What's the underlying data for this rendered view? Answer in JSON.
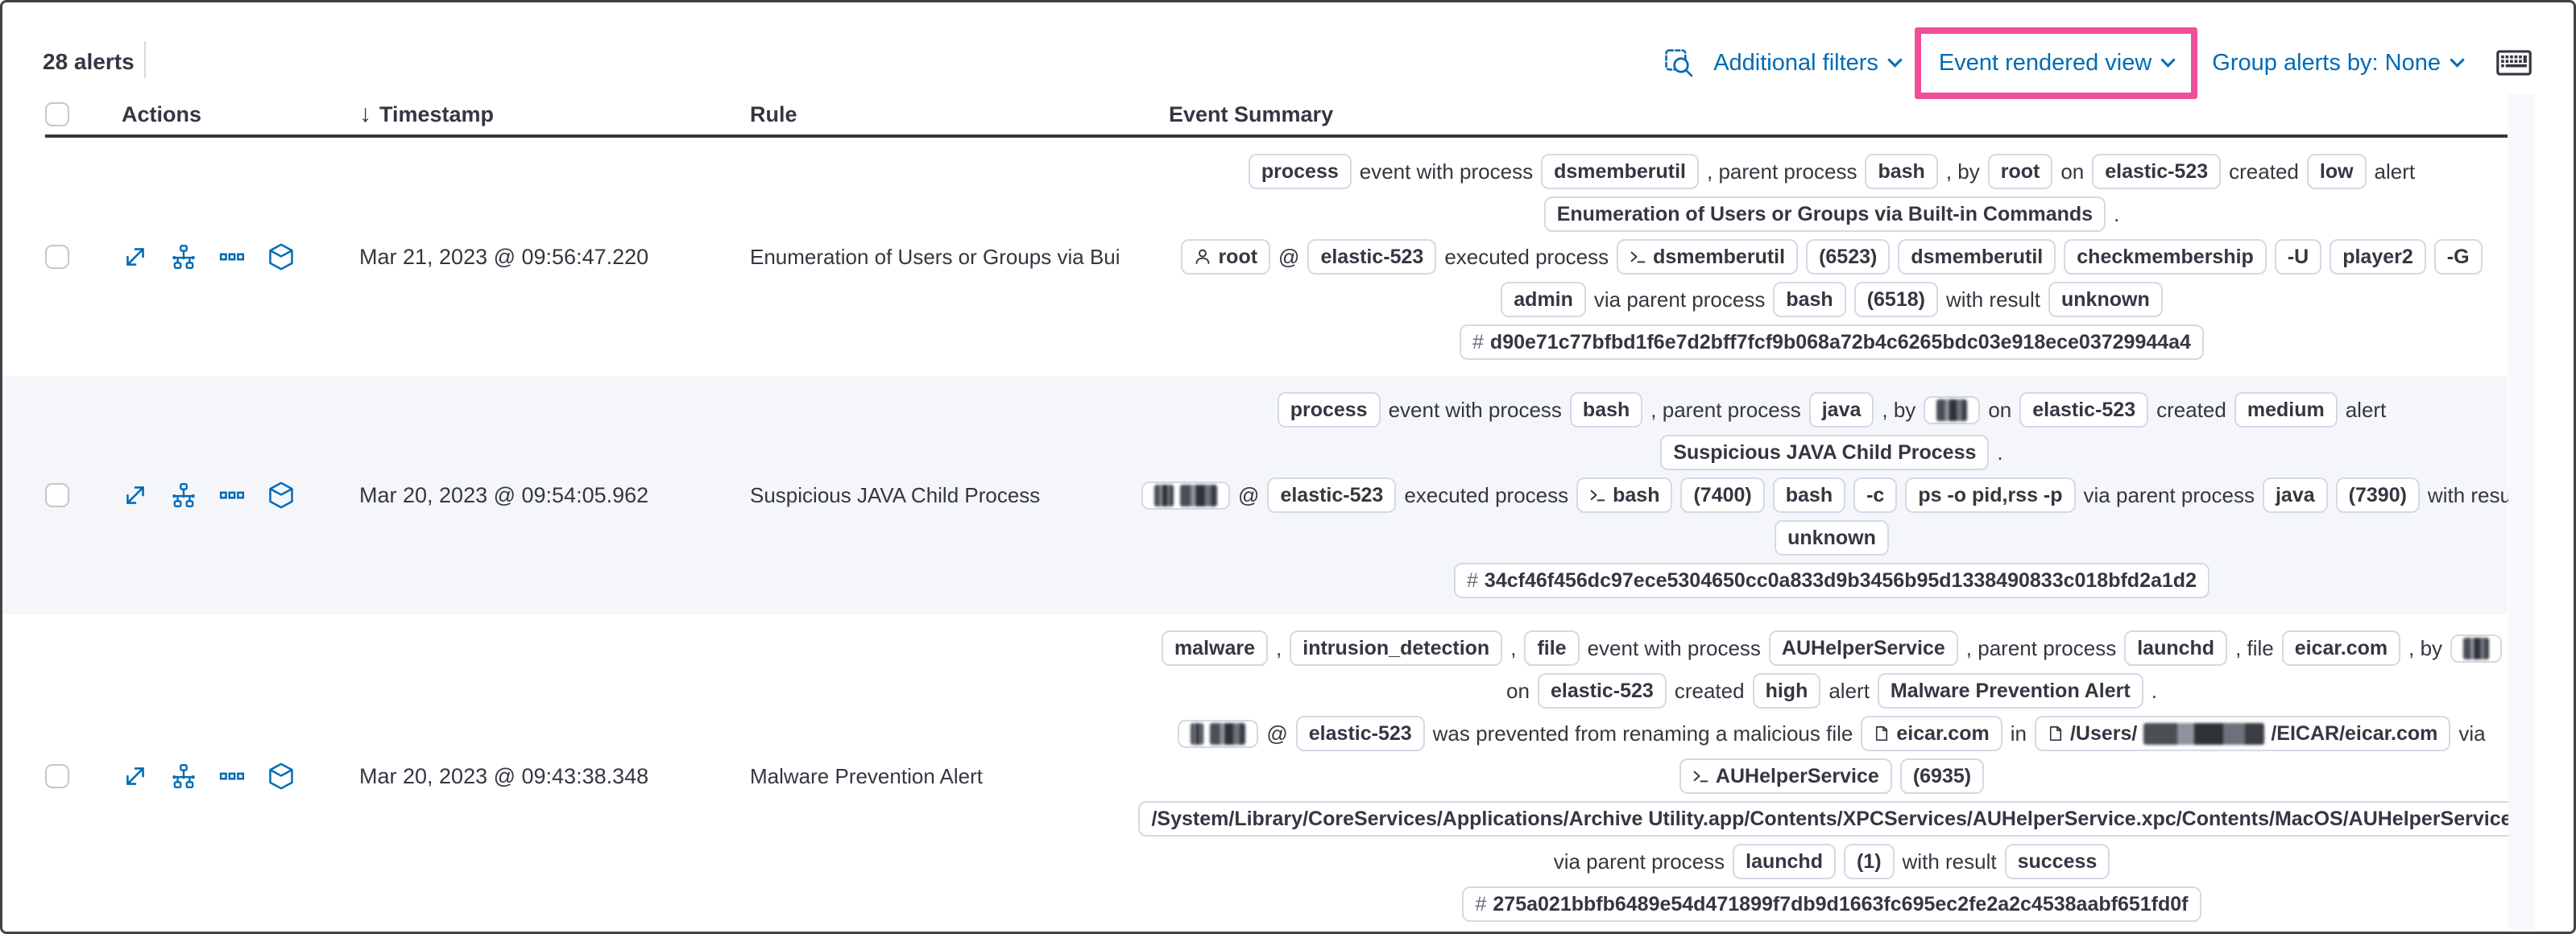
{
  "colors": {
    "accent_blue": "#006bb4",
    "highlight_pink": "#f04e98",
    "text": "#343741",
    "badge_border": "#d3dae6",
    "row_stripe": "#f4f6fa"
  },
  "toolbar": {
    "alerts_count": "28 alerts",
    "additional_filters_label": "Additional filters",
    "view_selector_label": "Event rendered view",
    "group_by_label": "Group alerts by: None"
  },
  "table": {
    "headers": {
      "actions": "Actions",
      "timestamp": "Timestamp",
      "rule": "Rule",
      "event_summary": "Event Summary"
    },
    "action_icons": [
      "expand-icon",
      "analyzer-icon",
      "more-actions-icon",
      "timeline-icon"
    ],
    "rows": [
      {
        "striped": false,
        "timestamp": "Mar 21, 2023 @ 09:56:47.220",
        "rule": "Enumeration of Users or Groups via Bui",
        "summary": [
          [
            {
              "t": "b",
              "v": "process"
            },
            {
              "t": "x",
              "v": "event with process"
            },
            {
              "t": "b",
              "v": "dsmemberutil"
            },
            {
              "t": "x",
              "v": ", parent process"
            },
            {
              "t": "b",
              "v": "bash"
            },
            {
              "t": "x",
              "v": ", by"
            },
            {
              "t": "b",
              "v": "root"
            },
            {
              "t": "x",
              "v": "on"
            },
            {
              "t": "b",
              "v": "elastic-523"
            },
            {
              "t": "x",
              "v": "created"
            },
            {
              "t": "b",
              "v": "low"
            },
            {
              "t": "x",
              "v": "alert"
            }
          ],
          [
            {
              "t": "b",
              "v": "Enumeration of Users or Groups via Built-in Commands"
            },
            {
              "t": "x",
              "v": "."
            }
          ],
          [
            {
              "t": "b",
              "v": "root",
              "icon": "user-icon"
            },
            {
              "t": "x",
              "v": "@"
            },
            {
              "t": "b",
              "v": "elastic-523"
            },
            {
              "t": "x",
              "v": "executed process"
            },
            {
              "t": "b",
              "v": "dsmemberutil",
              "icon": "terminal-icon"
            },
            {
              "t": "b",
              "v": "(6523)"
            },
            {
              "t": "b",
              "v": "dsmemberutil"
            },
            {
              "t": "b",
              "v": "checkmembership"
            },
            {
              "t": "b",
              "v": "-U"
            },
            {
              "t": "b",
              "v": "player2"
            },
            {
              "t": "b",
              "v": "-G"
            }
          ],
          [
            {
              "t": "b",
              "v": "admin"
            },
            {
              "t": "x",
              "v": "via parent process"
            },
            {
              "t": "b",
              "v": "bash"
            },
            {
              "t": "b",
              "v": "(6518)"
            },
            {
              "t": "x",
              "v": "with result"
            },
            {
              "t": "b",
              "v": "unknown"
            }
          ],
          [
            {
              "t": "b",
              "v": "d90e71c77bfbd1f6e7d2bff7fcf9b068a72b4c6265bdc03e918ece03729944a4",
              "icon": "hash-icon"
            }
          ]
        ]
      },
      {
        "striped": true,
        "timestamp": "Mar 20, 2023 @ 09:54:05.962",
        "rule": "Suspicious JAVA Child Process",
        "summary": [
          [
            {
              "t": "b",
              "v": "process"
            },
            {
              "t": "x",
              "v": "event with process"
            },
            {
              "t": "b",
              "v": "bash"
            },
            {
              "t": "x",
              "v": ", parent process"
            },
            {
              "t": "b",
              "v": "java"
            },
            {
              "t": "x",
              "v": ", by"
            },
            {
              "t": "b",
              "parts": [
                {
                  "r": 38
                }
              ]
            },
            {
              "t": "x",
              "v": "on"
            },
            {
              "t": "b",
              "v": "elastic-523"
            },
            {
              "t": "x",
              "v": "created"
            },
            {
              "t": "b",
              "v": "medium"
            },
            {
              "t": "x",
              "v": "alert"
            }
          ],
          [
            {
              "t": "b",
              "v": "Suspicious JAVA Child Process"
            },
            {
              "t": "x",
              "v": "."
            }
          ],
          [
            {
              "t": "b",
              "parts": [
                {
                  "r": 24
                },
                {
                  "r": 46
                }
              ]
            },
            {
              "t": "x",
              "v": "@"
            },
            {
              "t": "b",
              "v": "elastic-523"
            },
            {
              "t": "x",
              "v": "executed process"
            },
            {
              "t": "b",
              "v": "bash",
              "icon": "terminal-icon"
            },
            {
              "t": "b",
              "v": "(7400)"
            },
            {
              "t": "b",
              "v": "bash"
            },
            {
              "t": "b",
              "v": "-c"
            },
            {
              "t": "b",
              "v": "ps -o pid,rss -p"
            },
            {
              "t": "x",
              "v": "via parent process"
            },
            {
              "t": "b",
              "v": "java"
            },
            {
              "t": "b",
              "v": "(7390)"
            },
            {
              "t": "x",
              "v": "with result"
            }
          ],
          [
            {
              "t": "b",
              "v": "unknown"
            }
          ],
          [
            {
              "t": "b",
              "v": "34cf46f456dc97ece5304650cc0a833d9b3456b95d1338490833c018bfd2a1d2",
              "icon": "hash-icon"
            }
          ]
        ]
      },
      {
        "striped": false,
        "timestamp": "Mar 20, 2023 @ 09:43:38.348",
        "rule": "Malware Prevention Alert",
        "summary": [
          [
            {
              "t": "b",
              "v": "malware"
            },
            {
              "t": "x",
              "v": ","
            },
            {
              "t": "b",
              "v": "intrusion_detection"
            },
            {
              "t": "x",
              "v": ","
            },
            {
              "t": "b",
              "v": "file"
            },
            {
              "t": "x",
              "v": "event with process"
            },
            {
              "t": "b",
              "v": "AUHelperService"
            },
            {
              "t": "x",
              "v": ", parent process"
            },
            {
              "t": "b",
              "v": "launchd"
            },
            {
              "t": "x",
              "v": ", file"
            },
            {
              "t": "b",
              "v": "eicar.com"
            },
            {
              "t": "x",
              "v": ", by"
            },
            {
              "t": "b",
              "parts": [
                {
                  "r": 32
                }
              ]
            }
          ],
          [
            {
              "t": "x",
              "v": "on"
            },
            {
              "t": "b",
              "v": "elastic-523"
            },
            {
              "t": "x",
              "v": "created"
            },
            {
              "t": "b",
              "v": "high"
            },
            {
              "t": "x",
              "v": "alert"
            },
            {
              "t": "b",
              "v": "Malware Prevention Alert"
            },
            {
              "t": "x",
              "v": "."
            }
          ],
          [
            {
              "t": "b",
              "parts": [
                {
                  "r": 16
                },
                {
                  "r": 44
                }
              ]
            },
            {
              "t": "x",
              "v": "@"
            },
            {
              "t": "b",
              "v": "elastic-523"
            },
            {
              "t": "x",
              "v": "was prevented from renaming a malicious file"
            },
            {
              "t": "b",
              "v": "eicar.com",
              "icon": "document-icon"
            },
            {
              "t": "x",
              "v": "in"
            },
            {
              "t": "b",
              "icon": "document-icon",
              "parts": [
                {
                  "v": "/Users/"
                },
                {
                  "r": 150
                },
                {
                  "v": "/EICAR/eicar.com"
                }
              ]
            },
            {
              "t": "x",
              "v": "via"
            }
          ],
          [
            {
              "t": "b",
              "v": "AUHelperService",
              "icon": "terminal-icon"
            },
            {
              "t": "b",
              "v": "(6935)"
            }
          ],
          [
            {
              "t": "b",
              "v": "/System/Library/CoreServices/Applications/Archive Utility.app/Contents/XPCServices/AUHelperService.xpc/Contents/MacOS/AUHelperService"
            }
          ],
          [
            {
              "t": "x",
              "v": "via parent process"
            },
            {
              "t": "b",
              "v": "launchd"
            },
            {
              "t": "b",
              "v": "(1)"
            },
            {
              "t": "x",
              "v": "with result"
            },
            {
              "t": "b",
              "v": "success"
            }
          ],
          [
            {
              "t": "b",
              "v": "275a021bbfb6489e54d471899f7db9d1663fc695ec2fe2a2c4538aabf651fd0f",
              "icon": "hash-icon"
            }
          ]
        ]
      }
    ]
  }
}
